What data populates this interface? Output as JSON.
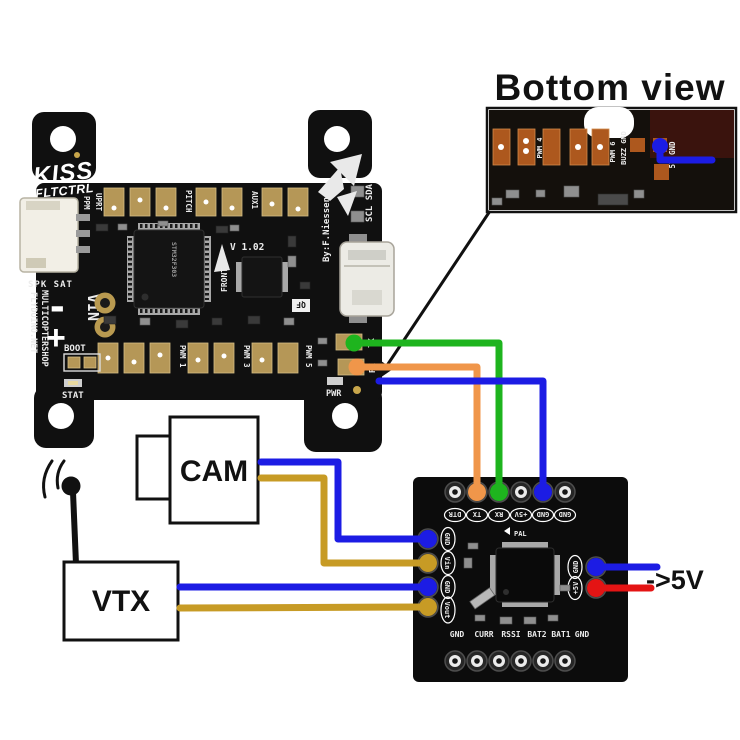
{
  "inset": {
    "title": "Bottom view",
    "labels": {
      "pwm4": "PWM 4",
      "pwm6": "PWM 6",
      "buzz_gnd": "BUZZ GND",
      "v5_gnd": "5V GND"
    }
  },
  "fc": {
    "brand": "KISS",
    "model": "FLTCTRL",
    "version": "V 1.02",
    "mcu": "STM32F303",
    "labels": {
      "spk_sat": "SPK SAT",
      "site": "FLYDUINO.NET",
      "shop": "MULTICOPTERSHOP",
      "vin": "VIN",
      "plus": "+",
      "minus": "-",
      "boot": "BOOT",
      "stat": "STAT",
      "pwr": "PWR",
      "ppm": "PPM",
      "uprt": "UPRT",
      "pitch": "PITCH",
      "aux1": "AUX1",
      "pwm1": "PWM 1",
      "pwm3": "PWM 3",
      "pwm5": "PWM 5",
      "tx": "TX",
      "rx": "RX",
      "scl_sda": "SCL SDA",
      "byline": "By:F.Niessen",
      "front": "FRONT",
      "qf": "QF"
    }
  },
  "camera": {
    "label": "CAM"
  },
  "vtx": {
    "label": "VTX"
  },
  "osd": {
    "top_pins": [
      "DTR",
      "TX",
      "RX",
      "+5V",
      "GND",
      "GND"
    ],
    "left_pins": [
      "GND",
      "Vin",
      "GND",
      "Vout"
    ],
    "right_pins": [
      "GND",
      "+5V"
    ],
    "bottom_pins": [
      "GND",
      "CURR",
      "RSSI",
      "BAT2",
      "BAT1",
      "GND"
    ],
    "chip_label": "PAL"
  },
  "annotations": {
    "power_out": "->5V"
  },
  "colors": {
    "green": "#1eb41e",
    "orange": "#f0964a",
    "blue": "#1c1ce4",
    "yellow": "#c79b25",
    "red": "#e41414",
    "board_black": "#101010"
  },
  "connections": [
    {
      "from": "FC TX",
      "to": "OSD RX",
      "color": "green"
    },
    {
      "from": "FC RX",
      "to": "OSD TX",
      "color": "orange"
    },
    {
      "from": "FC GND (bottom pad, see Bottom view)",
      "to": "OSD GND",
      "color": "blue"
    },
    {
      "from": "CAM",
      "to": "OSD GND",
      "color": "blue"
    },
    {
      "from": "CAM",
      "to": "OSD Vin",
      "color": "yellow"
    },
    {
      "from": "VTX",
      "to": "OSD GND",
      "color": "blue"
    },
    {
      "from": "VTX",
      "to": "OSD Vout",
      "color": "yellow"
    },
    {
      "from": "OSD GND",
      "to": "5V supply",
      "color": "blue"
    },
    {
      "from": "OSD +5V",
      "to": "5V supply",
      "color": "red"
    }
  ]
}
